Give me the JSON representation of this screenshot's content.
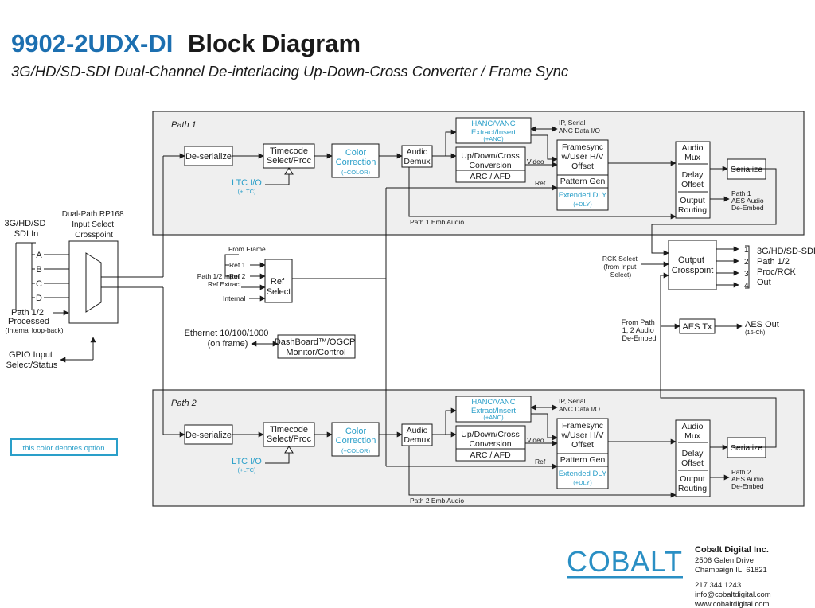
{
  "header": {
    "title_model": "9902-2UDX-DI",
    "title_rest": "Block Diagram",
    "subtitle": "3G/HD/SD-SDI Dual-Channel De-interlacing Up-Down-Cross Converter / Frame Sync"
  },
  "colors": {
    "option": "#2a9fc9",
    "text": "#1a1a1a",
    "panel": "#efefef"
  },
  "path1": {
    "label": "Path 1",
    "deserialize": "De-serialize",
    "timecode": [
      "Timecode",
      "Select/Proc"
    ],
    "ltc": "LTC I/O",
    "ltc_opt": "(+LTC)",
    "color": [
      "Color",
      "Correction"
    ],
    "color_opt": "(+COLOR)",
    "demux": [
      "Audio",
      "Demux"
    ],
    "hanc": [
      "HANC/VANC",
      "Extract/Insert"
    ],
    "hanc_opt": "(+ANC)",
    "ip": [
      "IP, Serial",
      "ANC Data I/O"
    ],
    "udc": [
      "Up/Down/Cross",
      "Conversion"
    ],
    "arc": "ARC / AFD",
    "video": "Video",
    "ref": "Ref",
    "frame": [
      "Framesync",
      "w/User H/V",
      "Offset"
    ],
    "pattern": "Pattern Gen",
    "ext": "Extended DLY",
    "ext_opt": "(+DLY)",
    "mux": [
      "Audio",
      "Mux"
    ],
    "delay": [
      "Delay",
      "Offset"
    ],
    "routing": [
      "Output",
      "Routing"
    ],
    "serialize": "Serialize",
    "deembed": [
      "Path 1",
      "AES Audio",
      "De-Embed"
    ],
    "emb": "Path 1 Emb Audio"
  },
  "path2": {
    "label": "Path 2",
    "deserialize": "De-serialize",
    "timecode": [
      "Timecode",
      "Select/Proc"
    ],
    "ltc": "LTC I/O",
    "ltc_opt": "(+LTC)",
    "color": [
      "Color",
      "Correction"
    ],
    "color_opt": "(+COLOR)",
    "demux": [
      "Audio",
      "Demux"
    ],
    "hanc": [
      "HANC/VANC",
      "Extract/Insert"
    ],
    "hanc_opt": "(+ANC)",
    "ip": [
      "IP, Serial",
      "ANC Data I/O"
    ],
    "udc": [
      "Up/Down/Cross",
      "Conversion"
    ],
    "arc": "ARC / AFD",
    "video": "Video",
    "ref": "Ref",
    "frame": [
      "Framesync",
      "w/User H/V",
      "Offset"
    ],
    "pattern": "Pattern Gen",
    "ext": "Extended DLY",
    "ext_opt": "(+DLY)",
    "mux": [
      "Audio",
      "Mux"
    ],
    "delay": [
      "Delay",
      "Offset"
    ],
    "routing": [
      "Output",
      "Routing"
    ],
    "serialize": "Serialize",
    "deembed": [
      "Path 2",
      "AES Audio",
      "De-Embed"
    ],
    "emb": "Path 2 Emb Audio"
  },
  "input": {
    "sdi_in": [
      "3G/HD/SD",
      "SDI In"
    ],
    "letters": [
      "A",
      "B",
      "C",
      "D"
    ],
    "crosspoint": [
      "Dual-Path RP168",
      "Input Select",
      "Crosspoint"
    ],
    "processed": [
      "Path 1/2",
      "Processed"
    ],
    "loopback": "(Internal loop-back)",
    "gpio": [
      "GPIO Input",
      "Select/Status"
    ]
  },
  "ref_section": {
    "from_frame": "From Frame",
    "ref1": "Ref 1",
    "ref2": "Ref 2",
    "path_extract": [
      "Path 1/2 Input",
      "Ref Extract"
    ],
    "internal": "Internal",
    "ref_select": [
      "Ref",
      "Select"
    ]
  },
  "ethernet": {
    "label": [
      "Ethernet 10/100/1000",
      "(on frame)"
    ],
    "dashboard": [
      "DashBoard™/OGCP",
      "Monitor/Control"
    ]
  },
  "output": {
    "rck": [
      "RCK Select",
      "(from Input",
      "Select)"
    ],
    "crosspoint": [
      "Output",
      "Crosspoint"
    ],
    "numbers": [
      "1",
      "2",
      "3",
      "4"
    ],
    "label": [
      "3G/HD/SD-SDI",
      "Path 1/2",
      "Proc/RCK",
      "Out"
    ],
    "from_path": [
      "From Path",
      "1, 2 Audio",
      "De-Embed"
    ],
    "aes_tx": "AES Tx",
    "aes_out": "AES Out",
    "aes_ch": "(16-Ch)"
  },
  "legend": {
    "option": "this color denotes option"
  },
  "company": {
    "logo": "COBALT",
    "name": "Cobalt Digital Inc.",
    "street": "2506 Galen Drive",
    "city": "Champaign IL, 61821",
    "phone": "217.344.1243",
    "email": "info@cobaltdigital.com",
    "web": "www.cobaltdigital.com"
  }
}
